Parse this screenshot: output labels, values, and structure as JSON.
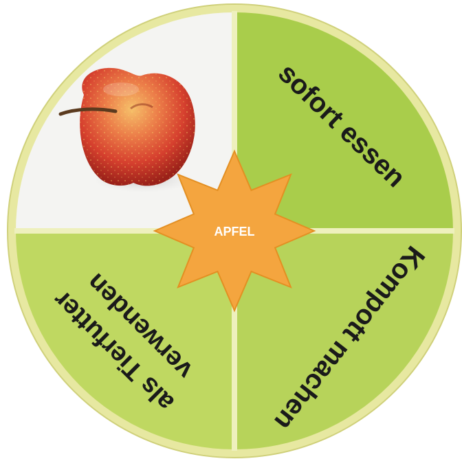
{
  "center": {
    "label": "APFEL"
  },
  "segments": {
    "top_right": {
      "label": "sofort essen"
    },
    "bottom_right": {
      "label": "Kompott machen"
    },
    "bottom_left": {
      "line1": "als Tierfutter",
      "line2": "verwenden"
    },
    "top_left": {
      "image": "apple-photo"
    }
  },
  "colors": {
    "outer_ring": "#e7e8a1",
    "ring_edge": "#cfd07a",
    "segment_green_1": "#a9cd4b",
    "segment_green_2": "#b7d35a",
    "segment_green_3": "#bfd861",
    "star": "#f4a53f",
    "star_edge": "#e38f22",
    "divider": "#eef0bd"
  }
}
